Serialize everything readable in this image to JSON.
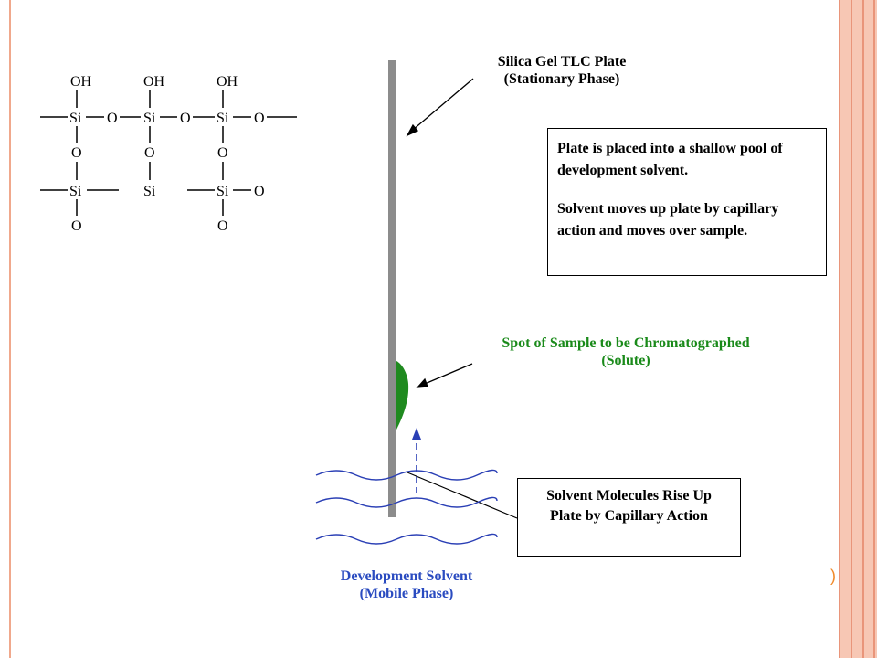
{
  "structure": {
    "top_groups": [
      "OH",
      "OH",
      "OH"
    ],
    "row1": [
      "Si",
      "O",
      "Si",
      "O",
      "Si",
      "O"
    ],
    "row2": [
      "O",
      "O",
      "O"
    ],
    "row3": [
      "Si",
      "Si",
      "Si",
      "O"
    ],
    "bottom": [
      "O",
      "O"
    ]
  },
  "plate_label": {
    "line1": "Silica Gel TLC Plate",
    "line2": "(Stationary Phase)"
  },
  "info_box": {
    "para1": "Plate is placed into a shallow pool of development solvent.",
    "para2": "Solvent moves up plate by capillary action and moves over sample."
  },
  "spot_label": {
    "line1": "Spot of Sample to be Chromatographed",
    "line2": "(Solute)"
  },
  "solvent_box": {
    "line1": "Solvent Molecules Rise Up",
    "line2": "Plate by Capillary Action"
  },
  "dev_label": {
    "line1": "Development Solvent",
    "line2": "(Mobile Phase)"
  },
  "colors": {
    "plate": "#8c8c8c",
    "spot": "#1f8a1f",
    "solvent_waves": "#2a3fb5",
    "frame": "#f0a88c"
  }
}
